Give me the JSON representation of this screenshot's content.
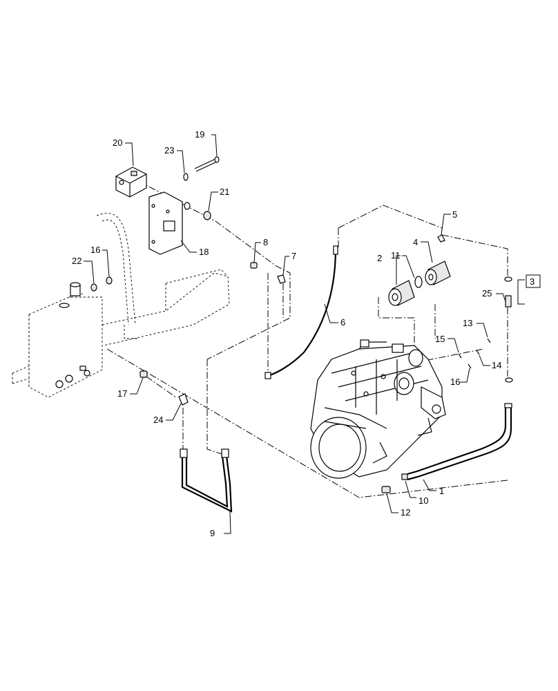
{
  "diagram": {
    "callouts": [
      {
        "id": "c1",
        "text": "1"
      },
      {
        "id": "c2",
        "text": "2"
      },
      {
        "id": "c3",
        "text": "3"
      },
      {
        "id": "c4",
        "text": "4"
      },
      {
        "id": "c5",
        "text": "5"
      },
      {
        "id": "c6",
        "text": "6"
      },
      {
        "id": "c7",
        "text": "7"
      },
      {
        "id": "c8",
        "text": "8"
      },
      {
        "id": "c9",
        "text": "9"
      },
      {
        "id": "c10",
        "text": "10"
      },
      {
        "id": "c11",
        "text": "11"
      },
      {
        "id": "c12",
        "text": "12"
      },
      {
        "id": "c13",
        "text": "13"
      },
      {
        "id": "c14",
        "text": "14"
      },
      {
        "id": "c15",
        "text": "15"
      },
      {
        "id": "c16a",
        "text": "16"
      },
      {
        "id": "c16b",
        "text": "16"
      },
      {
        "id": "c17",
        "text": "17"
      },
      {
        "id": "c18",
        "text": "18"
      },
      {
        "id": "c19",
        "text": "19"
      },
      {
        "id": "c20",
        "text": "20"
      },
      {
        "id": "c21",
        "text": "21"
      },
      {
        "id": "c22",
        "text": "22"
      },
      {
        "id": "c23",
        "text": "23"
      },
      {
        "id": "c24",
        "text": "24"
      },
      {
        "id": "c25",
        "text": "25"
      }
    ]
  }
}
